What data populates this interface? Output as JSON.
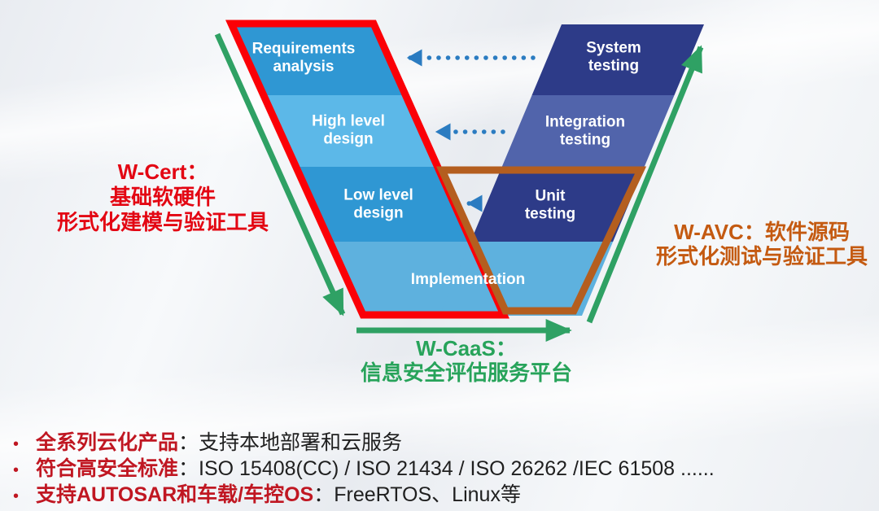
{
  "slide": {
    "v_model": {
      "left_stages": [
        {
          "id": "requirements-analysis",
          "label": "Requirements analysis"
        },
        {
          "id": "high-level-design",
          "label": "High level design"
        },
        {
          "id": "low-level-design",
          "label": "Low level design"
        },
        {
          "id": "implementation",
          "label": "Implementation"
        }
      ],
      "right_stages": [
        {
          "id": "system-testing",
          "label": "System testing"
        },
        {
          "id": "integration-testing",
          "label": "Integration testing"
        },
        {
          "id": "unit-testing",
          "label": "Unit testing"
        }
      ]
    },
    "product_labels": {
      "w_cert": {
        "lines": [
          "W-Cert：",
          "基础软硬件",
          "形式化建模与验证工具"
        ]
      },
      "w_avc": {
        "lines": [
          "W-AVC：软件源码",
          "形式化测试与验证工具"
        ]
      },
      "w_caas": {
        "lines": [
          "W-CaaS：",
          "信息安全评估服务平台"
        ]
      }
    },
    "bullet_glyph": "•",
    "bullets": [
      {
        "term": "全系列云化产品",
        "desc": "：支持本地部署和云服务"
      },
      {
        "term": "符合高安全标准",
        "desc": "：ISO 15408(CC) / ISO 21434 / ISO 26262 /IEC 61508 ......"
      },
      {
        "term": "支持AUTOSAR和车载/车控OS",
        "desc": "：FreeRTOS、Linux等"
      }
    ],
    "colors": {
      "band_blue_medium": "#2f97d3",
      "band_blue_light": "#5cb8e8",
      "band_blue_impl": "#5eb1de",
      "band_navy": "#2d3b88",
      "band_periwinkle": "#5164ab",
      "red_outline": "#fb0007",
      "orange_outline": "#b45e1f",
      "green_arrow": "#2fa164",
      "dotted_arrow_blue": "#2b7cc1",
      "w_cert_text": "#e30613",
      "w_avc_text": "#c45a11",
      "w_caas_text": "#27a35a",
      "bullet_red": "#c01722",
      "bullet_black": "#1f1f1f"
    }
  }
}
